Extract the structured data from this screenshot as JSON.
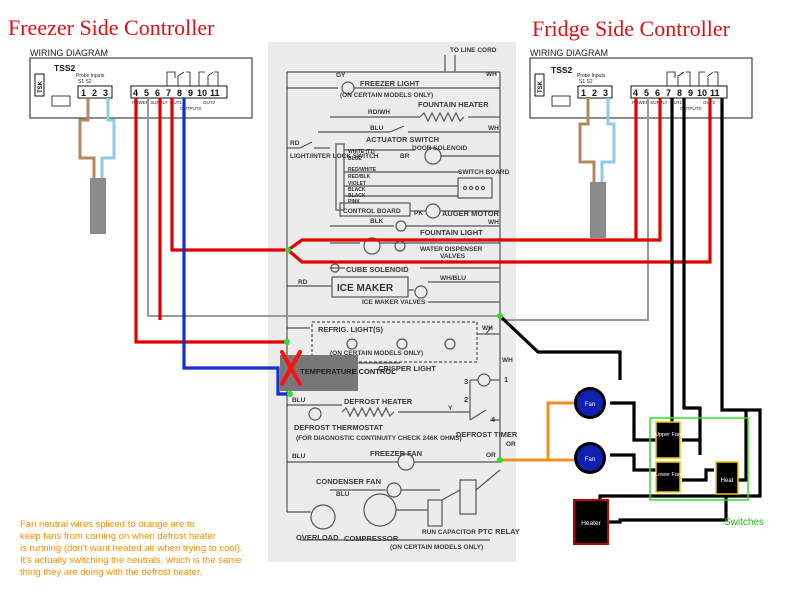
{
  "titles": {
    "freezer": "Freezer Side Controller",
    "fridge": "Fridge Side Controller"
  },
  "controller": {
    "wiring_diagram": "WIRING DIAGRAM",
    "model": "TSS2",
    "probe_inputs": "Probe Inputs",
    "probe_pins": "S1 S2",
    "brand": "TSK",
    "pins_left": [
      "1",
      "2",
      "3"
    ],
    "pins_right": [
      "4",
      "5",
      "6",
      "7",
      "8",
      "9",
      "10",
      "11"
    ],
    "power_supply": "POWER SUPPLY",
    "out1": "OUT1",
    "out2": "OUT2",
    "outputs": "OUTPUTS"
  },
  "schematic": {
    "line_cord": "TO LINE CORD",
    "freezer_light": "FREEZER LIGHT",
    "on_certain_models": "(ON CERTAIN MODELS ONLY)",
    "fountain_heater": "FOUNTAIN HEATER",
    "actuator_switch": "ACTUATOR SWITCH",
    "door_solenoid": "DOOR SOLENOID",
    "switch_board": "SWITCH BOARD",
    "light_inter_lock": "LIGHT/INTER LOCK SWITCH",
    "control_board": "CONTROL BOARD",
    "auger_motor": "AUGER MOTOR",
    "fountain_light": "FOUNTAIN LIGHT",
    "water_dispenser": "WATER DISPENSER",
    "valves": "VALVES",
    "cube_solenoid": "CUBE SOLENOID",
    "ice_maker": "ICE MAKER",
    "ice_maker_valves": "ICE MAKER VALVES",
    "refrig_lights": "REFRIG. LIGHT(S)",
    "crisper_light": "CRISPER LIGHT",
    "temperature_control": "TEMPERATURE CONTROL",
    "defrost_heater": "DEFROST HEATER",
    "defrost_thermostat": "DEFROST THERMOSTAT",
    "diag_note": "(FOR DIAGNOSTIC CONTINUITY CHECK 246K OHMS)",
    "defrost_timer": "DEFROST TIMER",
    "freezer_fan": "FREEZER FAN",
    "condenser_fan": "CONDENSER FAN",
    "overload": "OVERLOAD",
    "compressor": "COMPRESSOR",
    "run_capacitor": "RUN CAPACITOR",
    "ptc_relay": "PTC RELAY",
    "wire_labels": {
      "gy": "GY",
      "wh": "WH",
      "rd": "RD",
      "blu": "BLU",
      "blk": "BLK",
      "or": "OR",
      "y": "Y",
      "brown": "BR",
      "pk": "PK",
      "rdwh": "RD/WH",
      "whblu": "WH/BLU"
    },
    "board_wires": [
      "WHITE (T1)",
      "BLUE",
      "RED/WHITE",
      "RED/BLK",
      "VIOLET",
      "BLACK",
      "BLACK",
      "PINK"
    ],
    "timer_pins": [
      "1",
      "2",
      "3",
      "4"
    ]
  },
  "components": {
    "fan": "Fan",
    "upper_fan": "Upper Fan",
    "lower_fan": "Lower Fan",
    "heat": "Heat",
    "heater": "Heater",
    "switches": "Switches"
  },
  "note": {
    "lines": [
      "Fan neutral wires spliced to orange are to",
      "keep fans from coming on when defrost heater",
      "is running (don't want heated air when trying to cool).",
      "It's actually switching the neutrals, which is the same",
      "thing they are doing with the defrost heater."
    ]
  },
  "colors": {
    "title": "#e01010",
    "red_wire": "#e00000",
    "blue_wire": "#1030d0",
    "black_wire": "#000000",
    "orange_wire": "#f0901a",
    "probe_tan": "#b08a5e",
    "probe_blue": "#8ecbe6",
    "switch_box": "#33dd22",
    "fan_blue": "#1020b0",
    "heater_red": "#c00000",
    "note_text": "#ff8c00"
  }
}
